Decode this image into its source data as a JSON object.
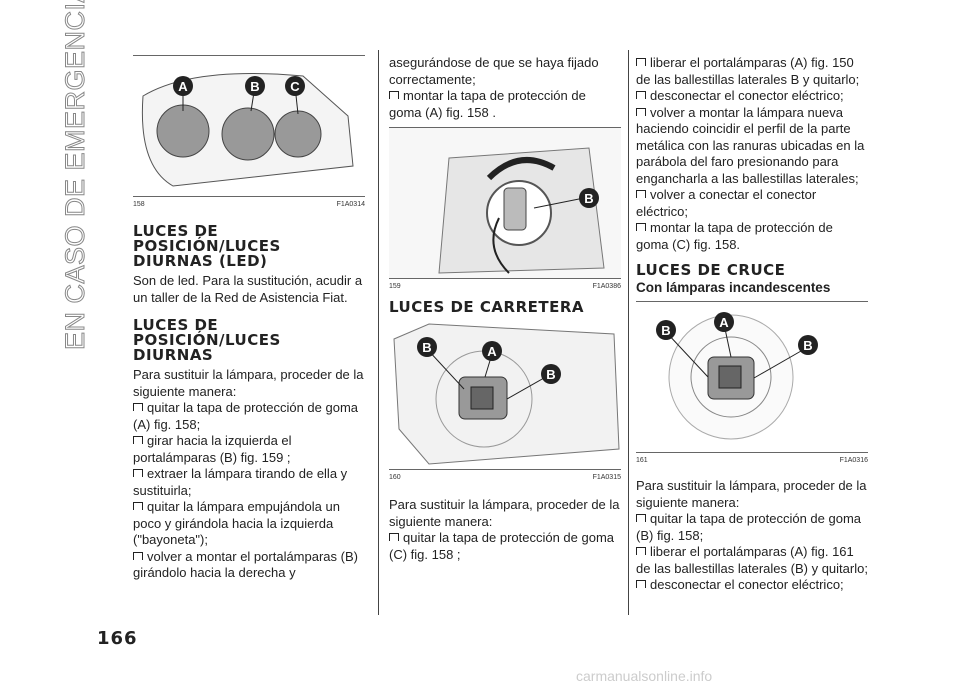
{
  "side_title": "EN CASO DE EMERGENCIA",
  "page_number": "166",
  "watermark": "carmanualsonline.info",
  "col1": {
    "fig158": {
      "num": "158",
      "code": "F1A0314",
      "labels": [
        "A",
        "B",
        "C"
      ]
    },
    "h_led": "LUCES DE POSICIÓN/LUCES DIURNAS (LED)",
    "p_led": "Son de led. Para la sustitución, acudir a un taller de la Red de Asistencia Fiat.",
    "h_pos": "LUCES DE POSICIÓN/LUCES DIURNAS",
    "p_intro": "Para sustituir la lámpara, proceder de la siguiente manera:",
    "b1": "quitar la tapa de protección de goma (A) fig. 158;",
    "b2": "girar hacia la izquierda el portalámparas (B) fig. 159 ;",
    "b3": "extraer la lámpara tirando de ella y sustituirla;",
    "b4": "quitar la lámpara empujándola un poco y girándola hacia la izquierda (\"bayoneta\");",
    "b5": "volver a montar el portalámparas (B) girándolo hacia la derecha y"
  },
  "col2": {
    "p_cont": "asegurándose de que se haya fijado correctamente;",
    "b1": "montar la tapa de protección de goma (A) fig. 158 .",
    "fig159": {
      "num": "159",
      "code": "F1A0386",
      "labels": [
        "B"
      ]
    },
    "h_carretera": "LUCES DE CARRETERA",
    "fig160": {
      "num": "160",
      "code": "F1A0315",
      "labels": [
        "B",
        "A",
        "B"
      ]
    },
    "p_intro": "Para sustituir la lámpara, proceder de la siguiente manera:",
    "b2": "quitar la tapa de protección de goma (C) fig. 158 ;"
  },
  "col3": {
    "b1": "liberar el portalámparas (A) fig. 150 de las ballestillas laterales B y quitarlo;",
    "b2": "desconectar el conector eléctrico;",
    "b3": "volver a montar la lámpara nueva haciendo coincidir el perfil de la parte metálica con las ranuras ubicadas en la parábola del faro presionando para engancharla a las ballestillas laterales;",
    "b4": "volver a conectar el conector eléctrico;",
    "b5": "montar la tapa de protección de goma (C) fig. 158.",
    "h_cruce": "LUCES DE CRUCE",
    "h2": "Con lámparas incandescentes",
    "fig161": {
      "num": "161",
      "code": "F1A0316",
      "labels": [
        "B",
        "A",
        "B"
      ]
    },
    "p_intro": "Para sustituir la lámpara, proceder de la siguiente manera:",
    "b6": "quitar la tapa de protección de goma (B) fig. 158;",
    "b7": "liberar el portalámparas (A) fig. 161 de las ballestillas laterales (B) y quitarlo;",
    "b8": "desconectar el conector eléctrico;"
  }
}
